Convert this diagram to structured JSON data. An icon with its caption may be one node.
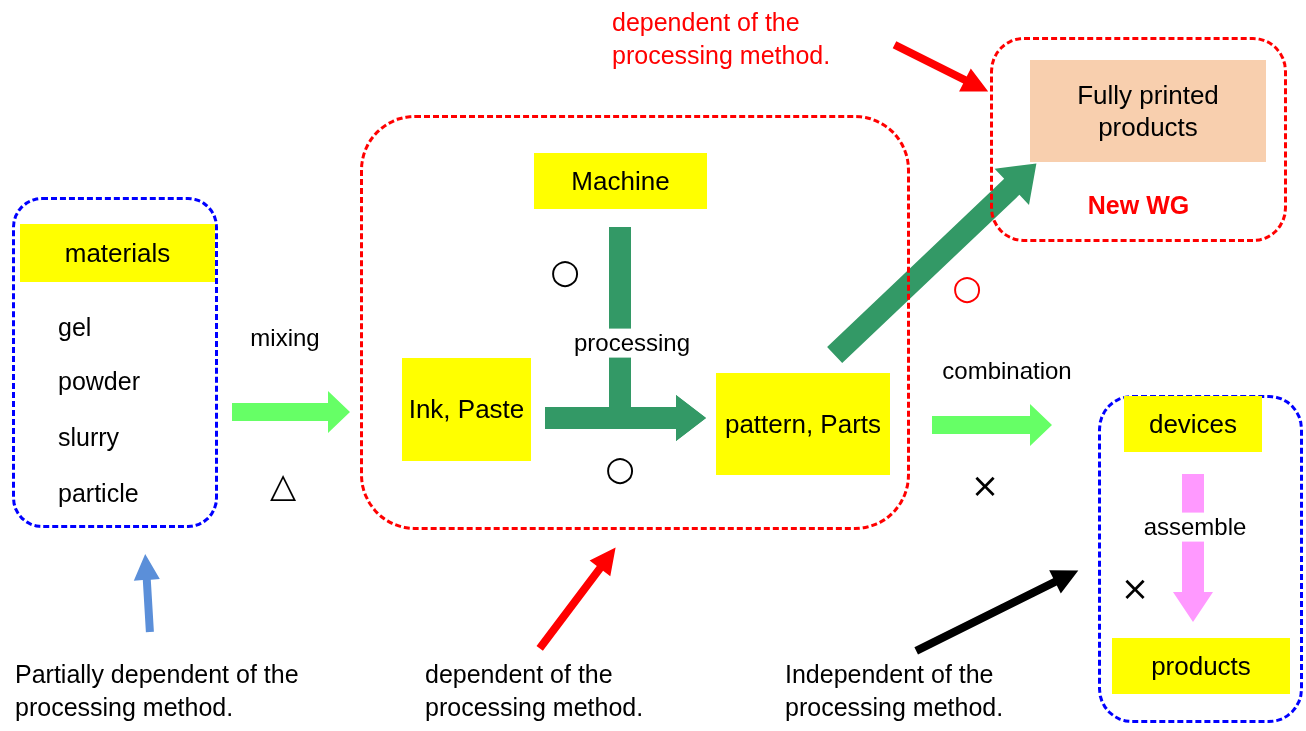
{
  "diagram": {
    "nodes": [
      {
        "text": [
          "gel",
          "powder",
          "slurry",
          "particle"
        ]
      },
      {
        "text": [
          "materials"
        ],
        "in": 0
      },
      {
        "text": [],
        "shape": "box"
      },
      {
        "text": [
          "Machine"
        ],
        "in": 2
      },
      {
        "text": [
          "Ink, Paste"
        ],
        "in": 2
      },
      {
        "text": [
          "pattern, Parts"
        ],
        "in": 2
      },
      {
        "text": [
          "New WG"
        ]
      },
      {
        "text": [
          "Fully printed products"
        ],
        "in": 6
      },
      {
        "text": [],
        "shape": "box"
      },
      {
        "text": [
          "devices"
        ],
        "in": 8
      },
      {
        "text": [
          "products"
        ],
        "in": 8
      },
      {
        "text": [
          "Partially dependent of the processing method."
        ]
      },
      {
        "text": [
          "dependent of the processing method."
        ]
      },
      {
        "text": [
          "Independent of the processing method."
        ]
      },
      {
        "text": [
          "dependent of the processing method."
        ]
      }
    ],
    "edges": [
      {
        "from": 0,
        "to": 2,
        "arrow": "to",
        "label": "mixing",
        "color": "#66ff66"
      },
      {
        "from": 4,
        "to": 5,
        "arrow": "to",
        "color": "#339966"
      },
      {
        "from": 3,
        "to": 5,
        "arrow": "to",
        "label": "processing",
        "color": "#339966"
      },
      {
        "from": 5,
        "to": 7,
        "arrow": "to",
        "color": "#339966"
      },
      {
        "from": 2,
        "to": 8,
        "arrow": "to",
        "label": "combination",
        "color": "#66ff66"
      },
      {
        "from": 9,
        "to": 10,
        "arrow": "to",
        "label": "assemble",
        "color": "#ff99ff"
      },
      {
        "from": 11,
        "to": 0,
        "arrow": "to",
        "color": "#5b8fd9"
      },
      {
        "from": 12,
        "to": 2,
        "arrow": "to",
        "color": "#ff0000"
      },
      {
        "from": 13,
        "to": 8,
        "arrow": "to",
        "color": "#000000"
      },
      {
        "from": 14,
        "to": 6,
        "arrow": "to",
        "color": "#ff0000"
      }
    ],
    "labels": [
      "○",
      "○",
      "○",
      "△",
      "×",
      "×"
    ]
  }
}
